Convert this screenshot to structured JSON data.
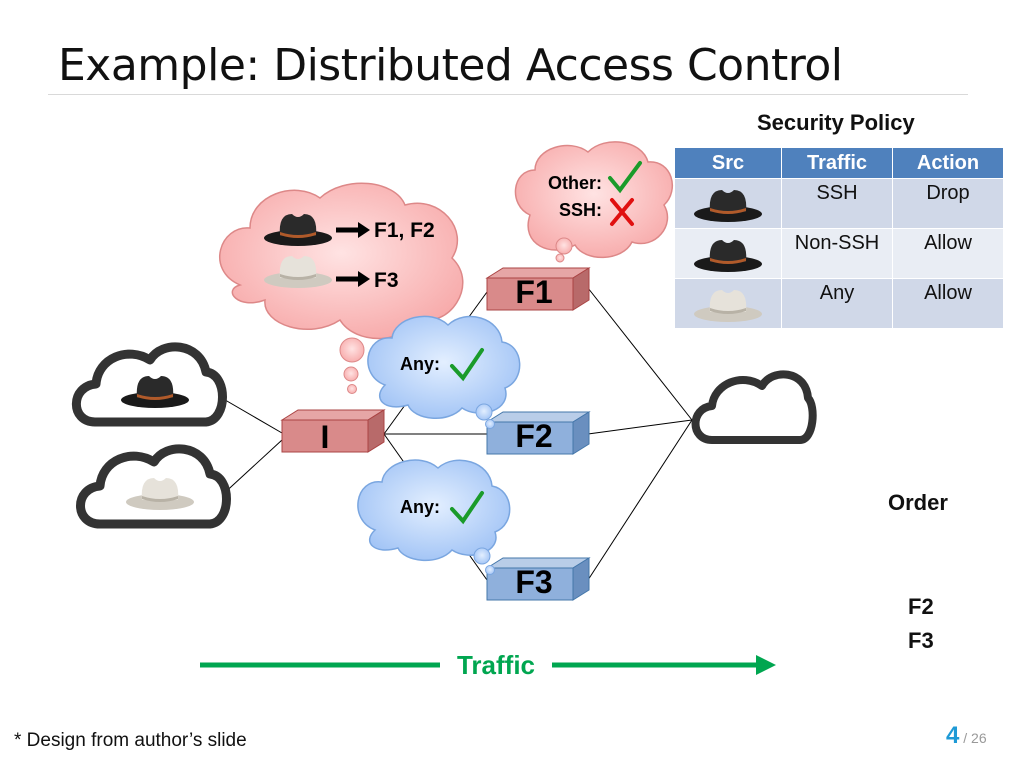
{
  "slide": {
    "title": "Example: Distributed Access Control",
    "footnote": "* Design from author’s slide",
    "page_current": "4",
    "page_total": "/ 26"
  },
  "policy": {
    "title": "Security Policy",
    "headers": [
      "Src",
      "Traffic",
      "Action"
    ],
    "rows": [
      {
        "src_icon": "black-hat-icon",
        "traffic": "SSH",
        "action": "Drop"
      },
      {
        "src_icon": "black-hat-icon",
        "traffic": "Non-SSH",
        "action": "Allow"
      },
      {
        "src_icon": "white-hat-icon",
        "traffic": "Any",
        "action": "Allow"
      }
    ],
    "header_color": "#4f81bd"
  },
  "diagram": {
    "ingress_label": "I",
    "firewalls": [
      "F1",
      "F2",
      "F3"
    ],
    "i_bubble": {
      "black_target": "F1, F2",
      "white_target": "F3"
    },
    "f1_bubble": {
      "line1": "Other:",
      "line2": "SSH:"
    },
    "f2_bubble": {
      "text": "Any:"
    },
    "f3_bubble": {
      "text": "Any:"
    },
    "traffic_label": "Traffic",
    "traffic_color": "#00a650"
  },
  "order": {
    "label": "Order",
    "items": [
      "F2",
      "F3"
    ]
  }
}
